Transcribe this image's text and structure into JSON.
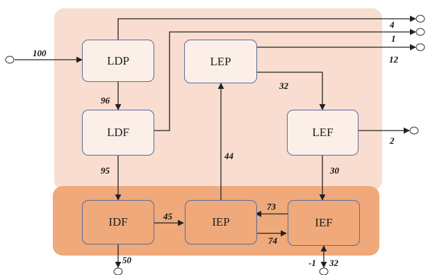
{
  "nodes": {
    "ldp": "LDP",
    "ldf": "LDF",
    "lep": "LEP",
    "lef": "LEF",
    "idf": "IDF",
    "iep": "IEP",
    "ief": "IEF"
  },
  "flows": {
    "in_ldp": "100",
    "out_4": "4",
    "out_1": "1",
    "out_12": "12",
    "ldp_ldf": "96",
    "lep_lef": "32",
    "lef_out": "2",
    "ldf_idf": "95",
    "iep_lep": "44",
    "lef_ief": "30",
    "idf_iep": "45",
    "ief_iep": "73",
    "iep_ief": "74",
    "idf_out": "50",
    "ief_in_neg": "-1",
    "ief_in": "32"
  },
  "colors": {
    "upper_zone": "#f8ddd0",
    "lower_zone": "#efa97a",
    "node_border": "#5a6a9a"
  }
}
